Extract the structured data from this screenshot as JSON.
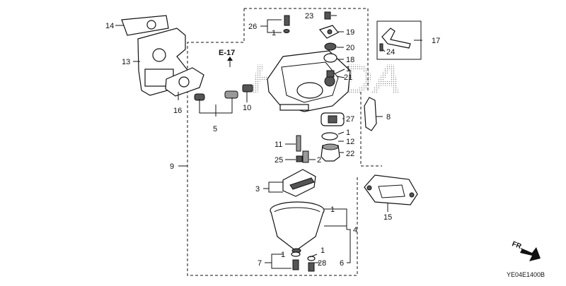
{
  "diagram": {
    "callouts": {
      "c1a": "1",
      "c1b": "1",
      "c1c": "1",
      "c1d": "1",
      "c1e": "1",
      "c1f": "1",
      "c2": "2",
      "c3": "3",
      "c4": "4",
      "c5": "5",
      "c6": "6",
      "c7": "7",
      "c8": "8",
      "c9": "9",
      "c10": "10",
      "c11": "11",
      "c12": "12",
      "c13": "13",
      "c14": "14",
      "c15": "15",
      "c16": "16",
      "c17": "17",
      "c18": "18",
      "c19": "19",
      "c20": "20",
      "c21": "21",
      "c22": "22",
      "c23": "23",
      "c24": "24",
      "c25": "25",
      "c26": "26",
      "c27": "27",
      "c28": "28"
    },
    "reference": "E-17",
    "watermark": "HONDA",
    "direction": "FR.",
    "code": "YE04E1400B"
  }
}
